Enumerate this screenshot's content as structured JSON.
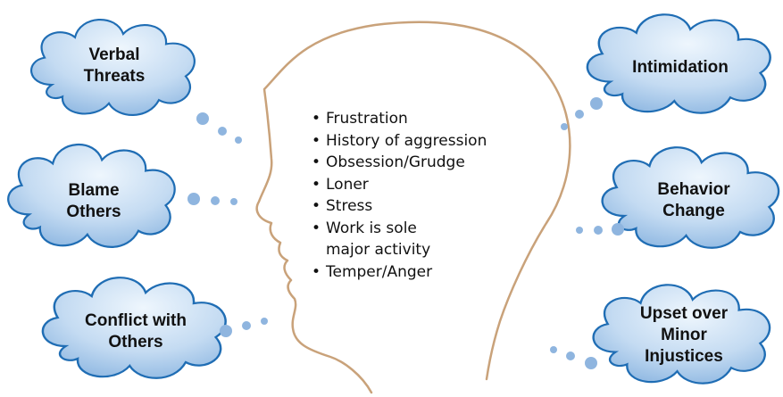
{
  "colors": {
    "cloud_fill_light": "#e6f1fb",
    "cloud_fill_dark": "#89b4e0",
    "cloud_outline": "#1f6db4",
    "dot": "#8fb5df",
    "head_outline": "#c9a27a"
  },
  "clouds": {
    "verbal_threats": [
      "Verbal",
      "Threats"
    ],
    "blame_others": [
      "Blame",
      "Others"
    ],
    "conflict_with_others": [
      "Conflict with",
      "Others"
    ],
    "intimidation": [
      "Intimidation"
    ],
    "behavior_change": [
      "Behavior",
      "Change"
    ],
    "upset_over_minor_injustices": [
      "Upset over",
      "Minor",
      "Injustices"
    ]
  },
  "traits": [
    "Frustration",
    "History of aggression",
    "Obsession/Grudge",
    "Loner",
    "Stress",
    "Work is sole",
    "Temper/Anger"
  ],
  "traits_continuation": "major activity"
}
